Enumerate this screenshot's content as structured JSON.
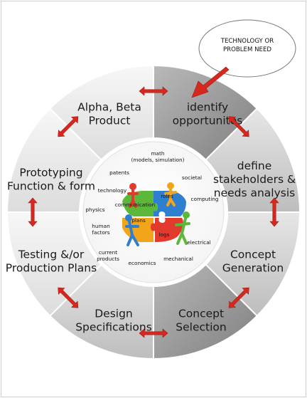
{
  "callout": {
    "lines": [
      "TECHNOLOGY OR",
      "PROBLEM NEED"
    ]
  },
  "cycle": {
    "segments": [
      {
        "id": "identify",
        "lines": [
          "identify",
          "opportunites"
        ]
      },
      {
        "id": "define",
        "lines": [
          "define",
          "stakeholders &",
          "needs analysis"
        ]
      },
      {
        "id": "concept-generation",
        "lines": [
          "Concept",
          "Generation"
        ]
      },
      {
        "id": "concept-selection",
        "lines": [
          "Concept",
          "Selection"
        ]
      },
      {
        "id": "design-specs",
        "lines": [
          "Design",
          "Specifications"
        ]
      },
      {
        "id": "testing",
        "lines": [
          "Testing &/or",
          "Production Plans"
        ]
      },
      {
        "id": "prototyping",
        "lines": [
          "Prototyping",
          "Function & form"
        ]
      },
      {
        "id": "alpha-beta",
        "lines": [
          "Alpha, Beta",
          "Product"
        ]
      }
    ]
  },
  "hub": {
    "labels": [
      {
        "id": "math",
        "lines": [
          "math",
          "(models, simulation)"
        ]
      },
      {
        "id": "patents",
        "lines": [
          "patents"
        ]
      },
      {
        "id": "societal",
        "lines": [
          "societal"
        ]
      },
      {
        "id": "technology",
        "lines": [
          "technology"
        ]
      },
      {
        "id": "roles",
        "lines": [
          "roles"
        ]
      },
      {
        "id": "computing",
        "lines": [
          "computing"
        ]
      },
      {
        "id": "communication",
        "lines": [
          "communication"
        ]
      },
      {
        "id": "physics",
        "lines": [
          "physics"
        ]
      },
      {
        "id": "plans",
        "lines": [
          "plans"
        ]
      },
      {
        "id": "human-factors",
        "lines": [
          "human",
          "factors"
        ]
      },
      {
        "id": "logs",
        "lines": [
          "logs"
        ]
      },
      {
        "id": "electrical",
        "lines": [
          "electrical"
        ]
      },
      {
        "id": "current-products",
        "lines": [
          "current",
          "products"
        ]
      },
      {
        "id": "mechanical",
        "lines": [
          "mechanical"
        ]
      },
      {
        "id": "economics",
        "lines": [
          "economics"
        ]
      }
    ]
  },
  "colors": {
    "segment_light": "#ececec",
    "segment_mid": "#cfcfcf",
    "segment_dark": "#9a9a9a",
    "divider": "#ffffff",
    "arrow": "#d6281f",
    "puzzle": [
      "#e23b2e",
      "#2f7fd0",
      "#5cb83a",
      "#f2a51a"
    ]
  }
}
